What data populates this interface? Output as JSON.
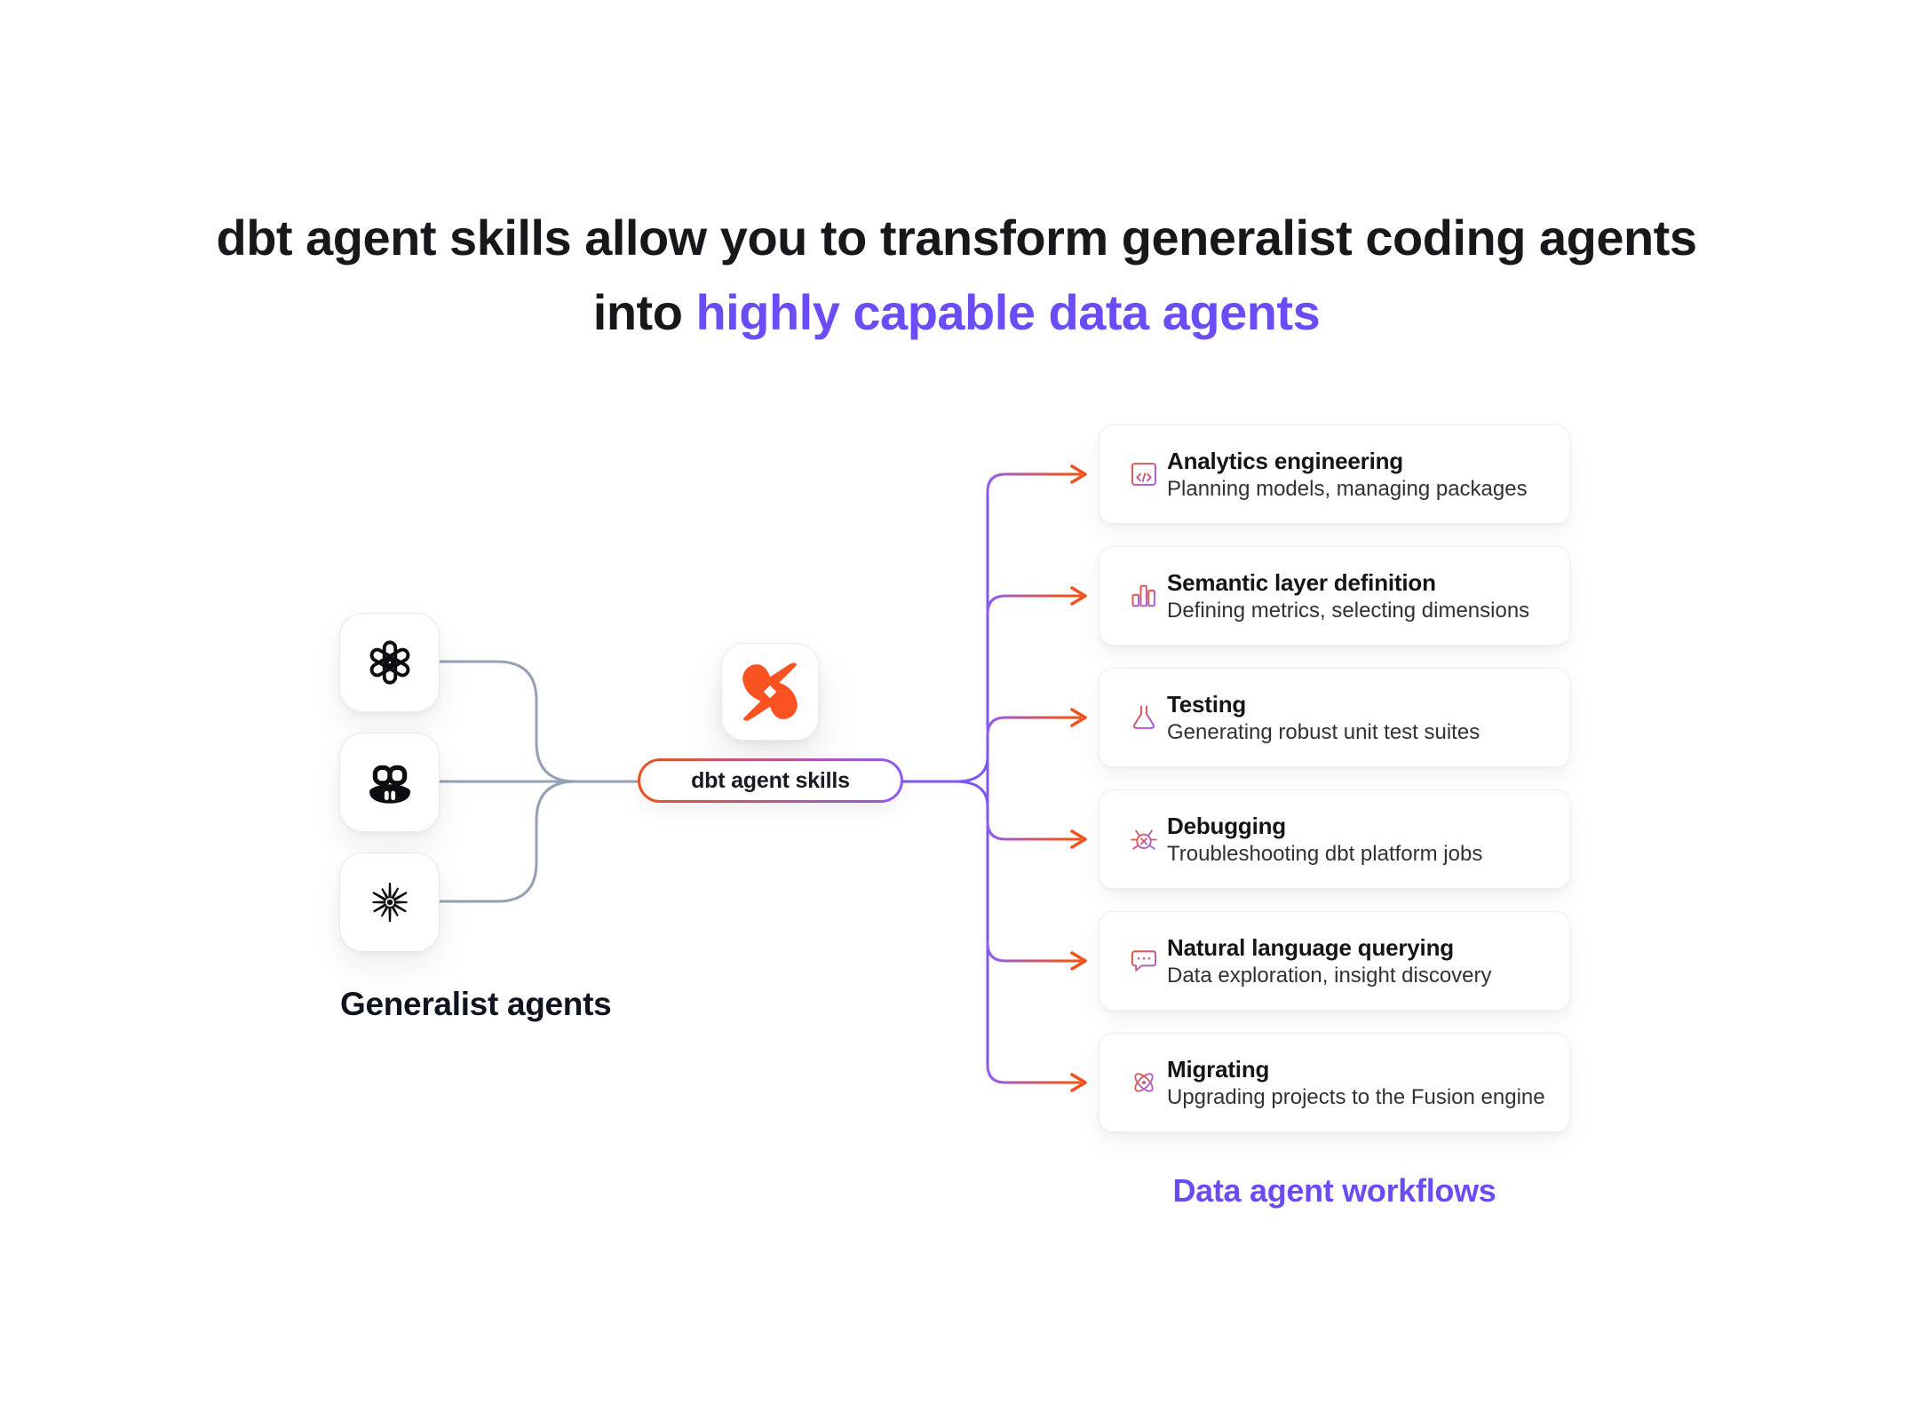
{
  "title": {
    "line1_regular": "dbt agent skills allow you to transform ",
    "line1_bold": "generalist coding agents",
    "line2_regular": "into ",
    "line2_accent": "highly capable data agents"
  },
  "generalist": {
    "label": "Generalist agents",
    "agents": [
      {
        "name": "openai"
      },
      {
        "name": "github-copilot"
      },
      {
        "name": "anthropic-claude"
      }
    ]
  },
  "hub": {
    "logo": "dbt-logo",
    "pill_label": "dbt agent skills"
  },
  "workflows": {
    "label": "Data agent workflows",
    "cards": [
      {
        "icon": "code-window-icon",
        "title": "Analytics engineering",
        "subtitle": "Planning models, managing packages"
      },
      {
        "icon": "bar-chart-icon",
        "title": "Semantic layer definition",
        "subtitle": "Defining metrics, selecting dimensions"
      },
      {
        "icon": "flask-icon",
        "title": "Testing",
        "subtitle": "Generating robust unit test suites"
      },
      {
        "icon": "bug-icon",
        "title": "Debugging",
        "subtitle": "Troubleshooting dbt platform jobs"
      },
      {
        "icon": "chat-bubble-icon",
        "title": "Natural language querying",
        "subtitle": "Data exploration, insight discovery"
      },
      {
        "icon": "atom-icon",
        "title": "Migrating",
        "subtitle": "Upgrading projects to the Fusion engine"
      }
    ]
  },
  "colors": {
    "accent_purple": "#6c4cf5",
    "connector_purple": "#7e57f0",
    "connector_orange": "#f0521d",
    "connector_gray": "#96a0b5",
    "dbt_orange": "#fa5220",
    "text_dark": "#17181c"
  }
}
